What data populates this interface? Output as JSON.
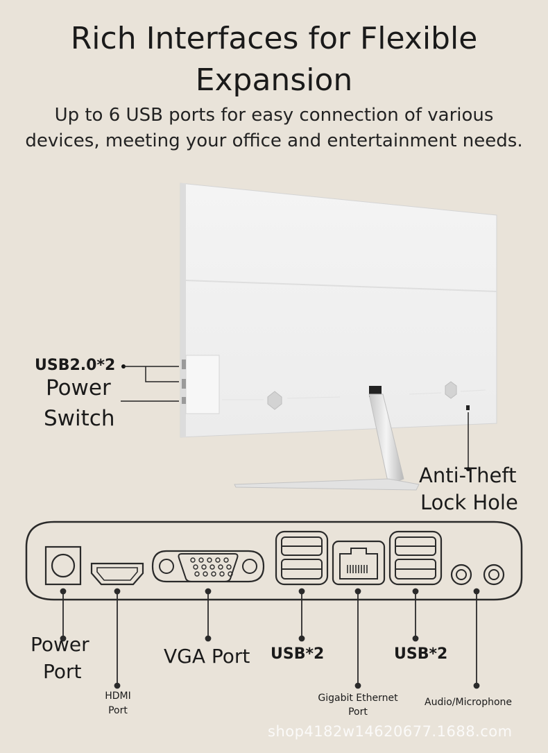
{
  "heading": {
    "title_line1": "Rich Interfaces for Flexible",
    "title_line2": "Expansion",
    "subtitle_line1": "Up to 6 USB ports for easy connection of various",
    "subtitle_line2": "devices, meeting your office and entertainment needs."
  },
  "monitor_labels": {
    "usb20": "USB2.0*2",
    "power_switch_line1": "Power",
    "power_switch_line2": "Switch",
    "anti_theft_line1": "Anti-Theft",
    "anti_theft_line2": "Lock Hole"
  },
  "port_labels": {
    "power_port_line1": "Power",
    "power_port_line2": "Port",
    "hdmi_line1": "HDMI",
    "hdmi_line2": "Port",
    "vga": "VGA Port",
    "usb_a": "USB*2",
    "ethernet_line1": "Gigabit Ethernet",
    "ethernet_line2": "Port",
    "usb_b": "USB*2",
    "audio": "Audio/Microphone"
  },
  "watermark": "shop4182w14620677.1688.com",
  "icons": [
    "power-port-icon",
    "hdmi-port-icon",
    "vga-port-icon",
    "usb-port-icon",
    "ethernet-port-icon",
    "audio-jack-icon",
    "microphone-jack-icon"
  ]
}
